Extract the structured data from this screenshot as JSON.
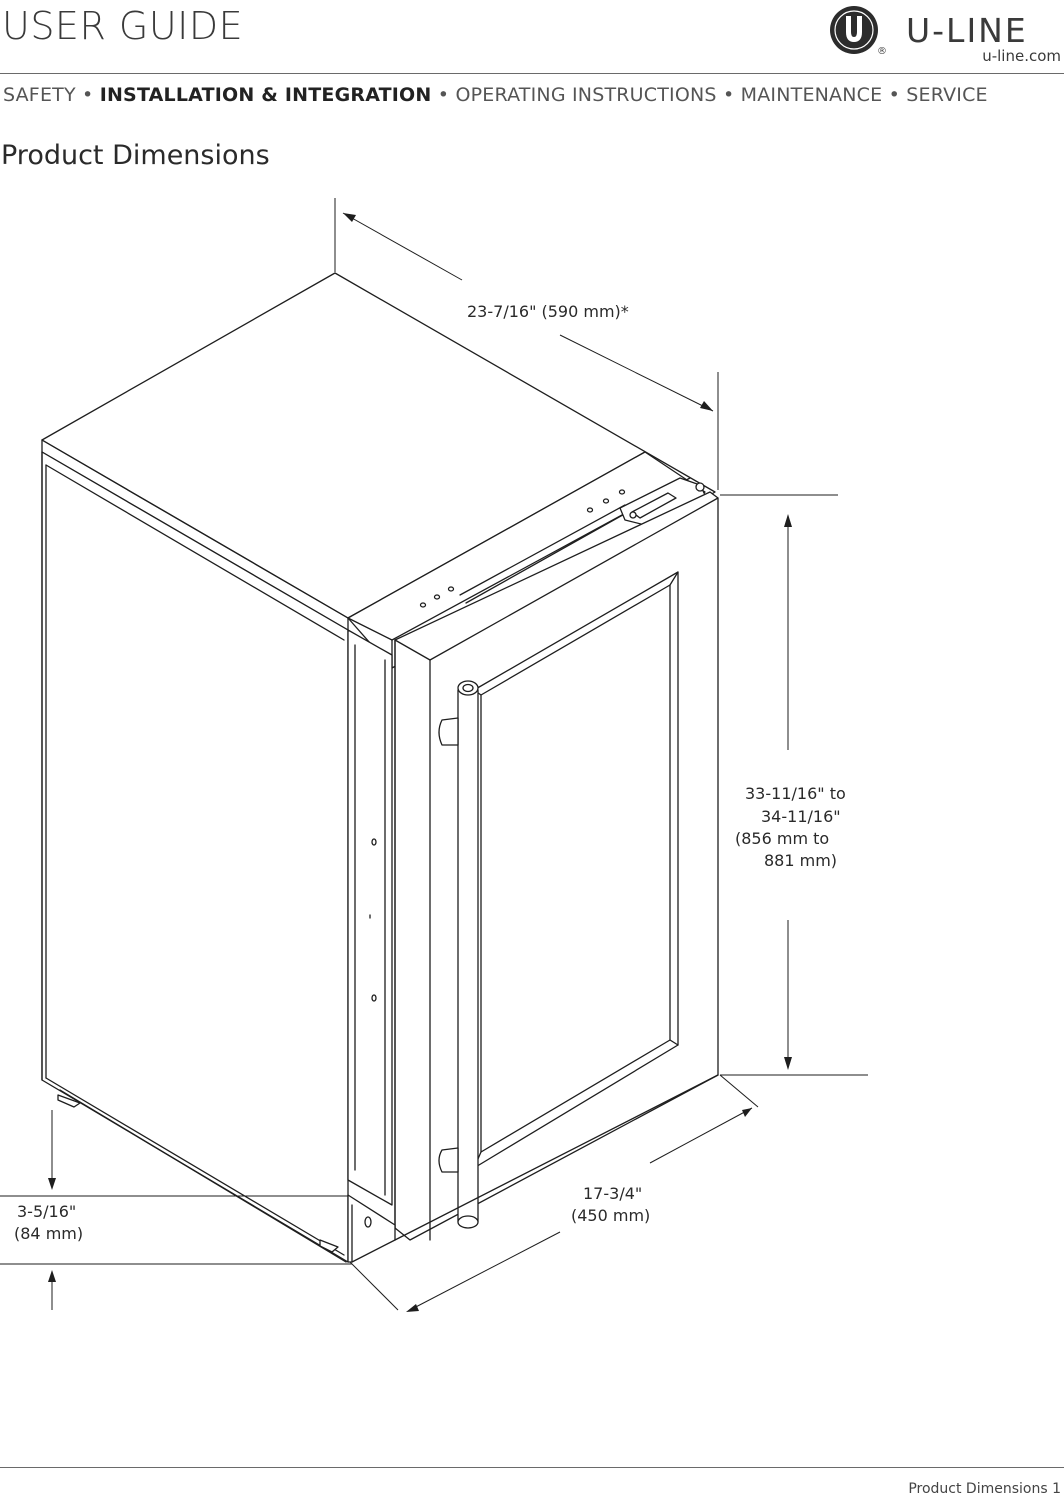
{
  "header": {
    "title": "USER GUIDE",
    "brand": "U-LINE",
    "registered": "®",
    "url": "u-line.com"
  },
  "nav": {
    "items": [
      {
        "label": "SAFETY"
      },
      {
        "label": "INSTALLATION & INTEGRATION"
      },
      {
        "label": "OPERATING INSTRUCTIONS"
      },
      {
        "label": "MAINTENANCE"
      },
      {
        "label": "SERVICE"
      }
    ],
    "separator": "•",
    "active_index": 1
  },
  "section": {
    "title": "Product Dimensions"
  },
  "dimensions": {
    "depth": "23-7/16\" (590 mm)*",
    "height_line1": "33-11/16\" to",
    "height_line2": "34-11/16\"",
    "height_line3": "(856 mm to",
    "height_line4": "881 mm)",
    "width_line1": "17-3/4\"",
    "width_line2": "(450 mm)",
    "toe_line1": "3-5/16\"",
    "toe_line2": "(84 mm)"
  },
  "footer": {
    "page_label": "Product Dimensions 1"
  }
}
